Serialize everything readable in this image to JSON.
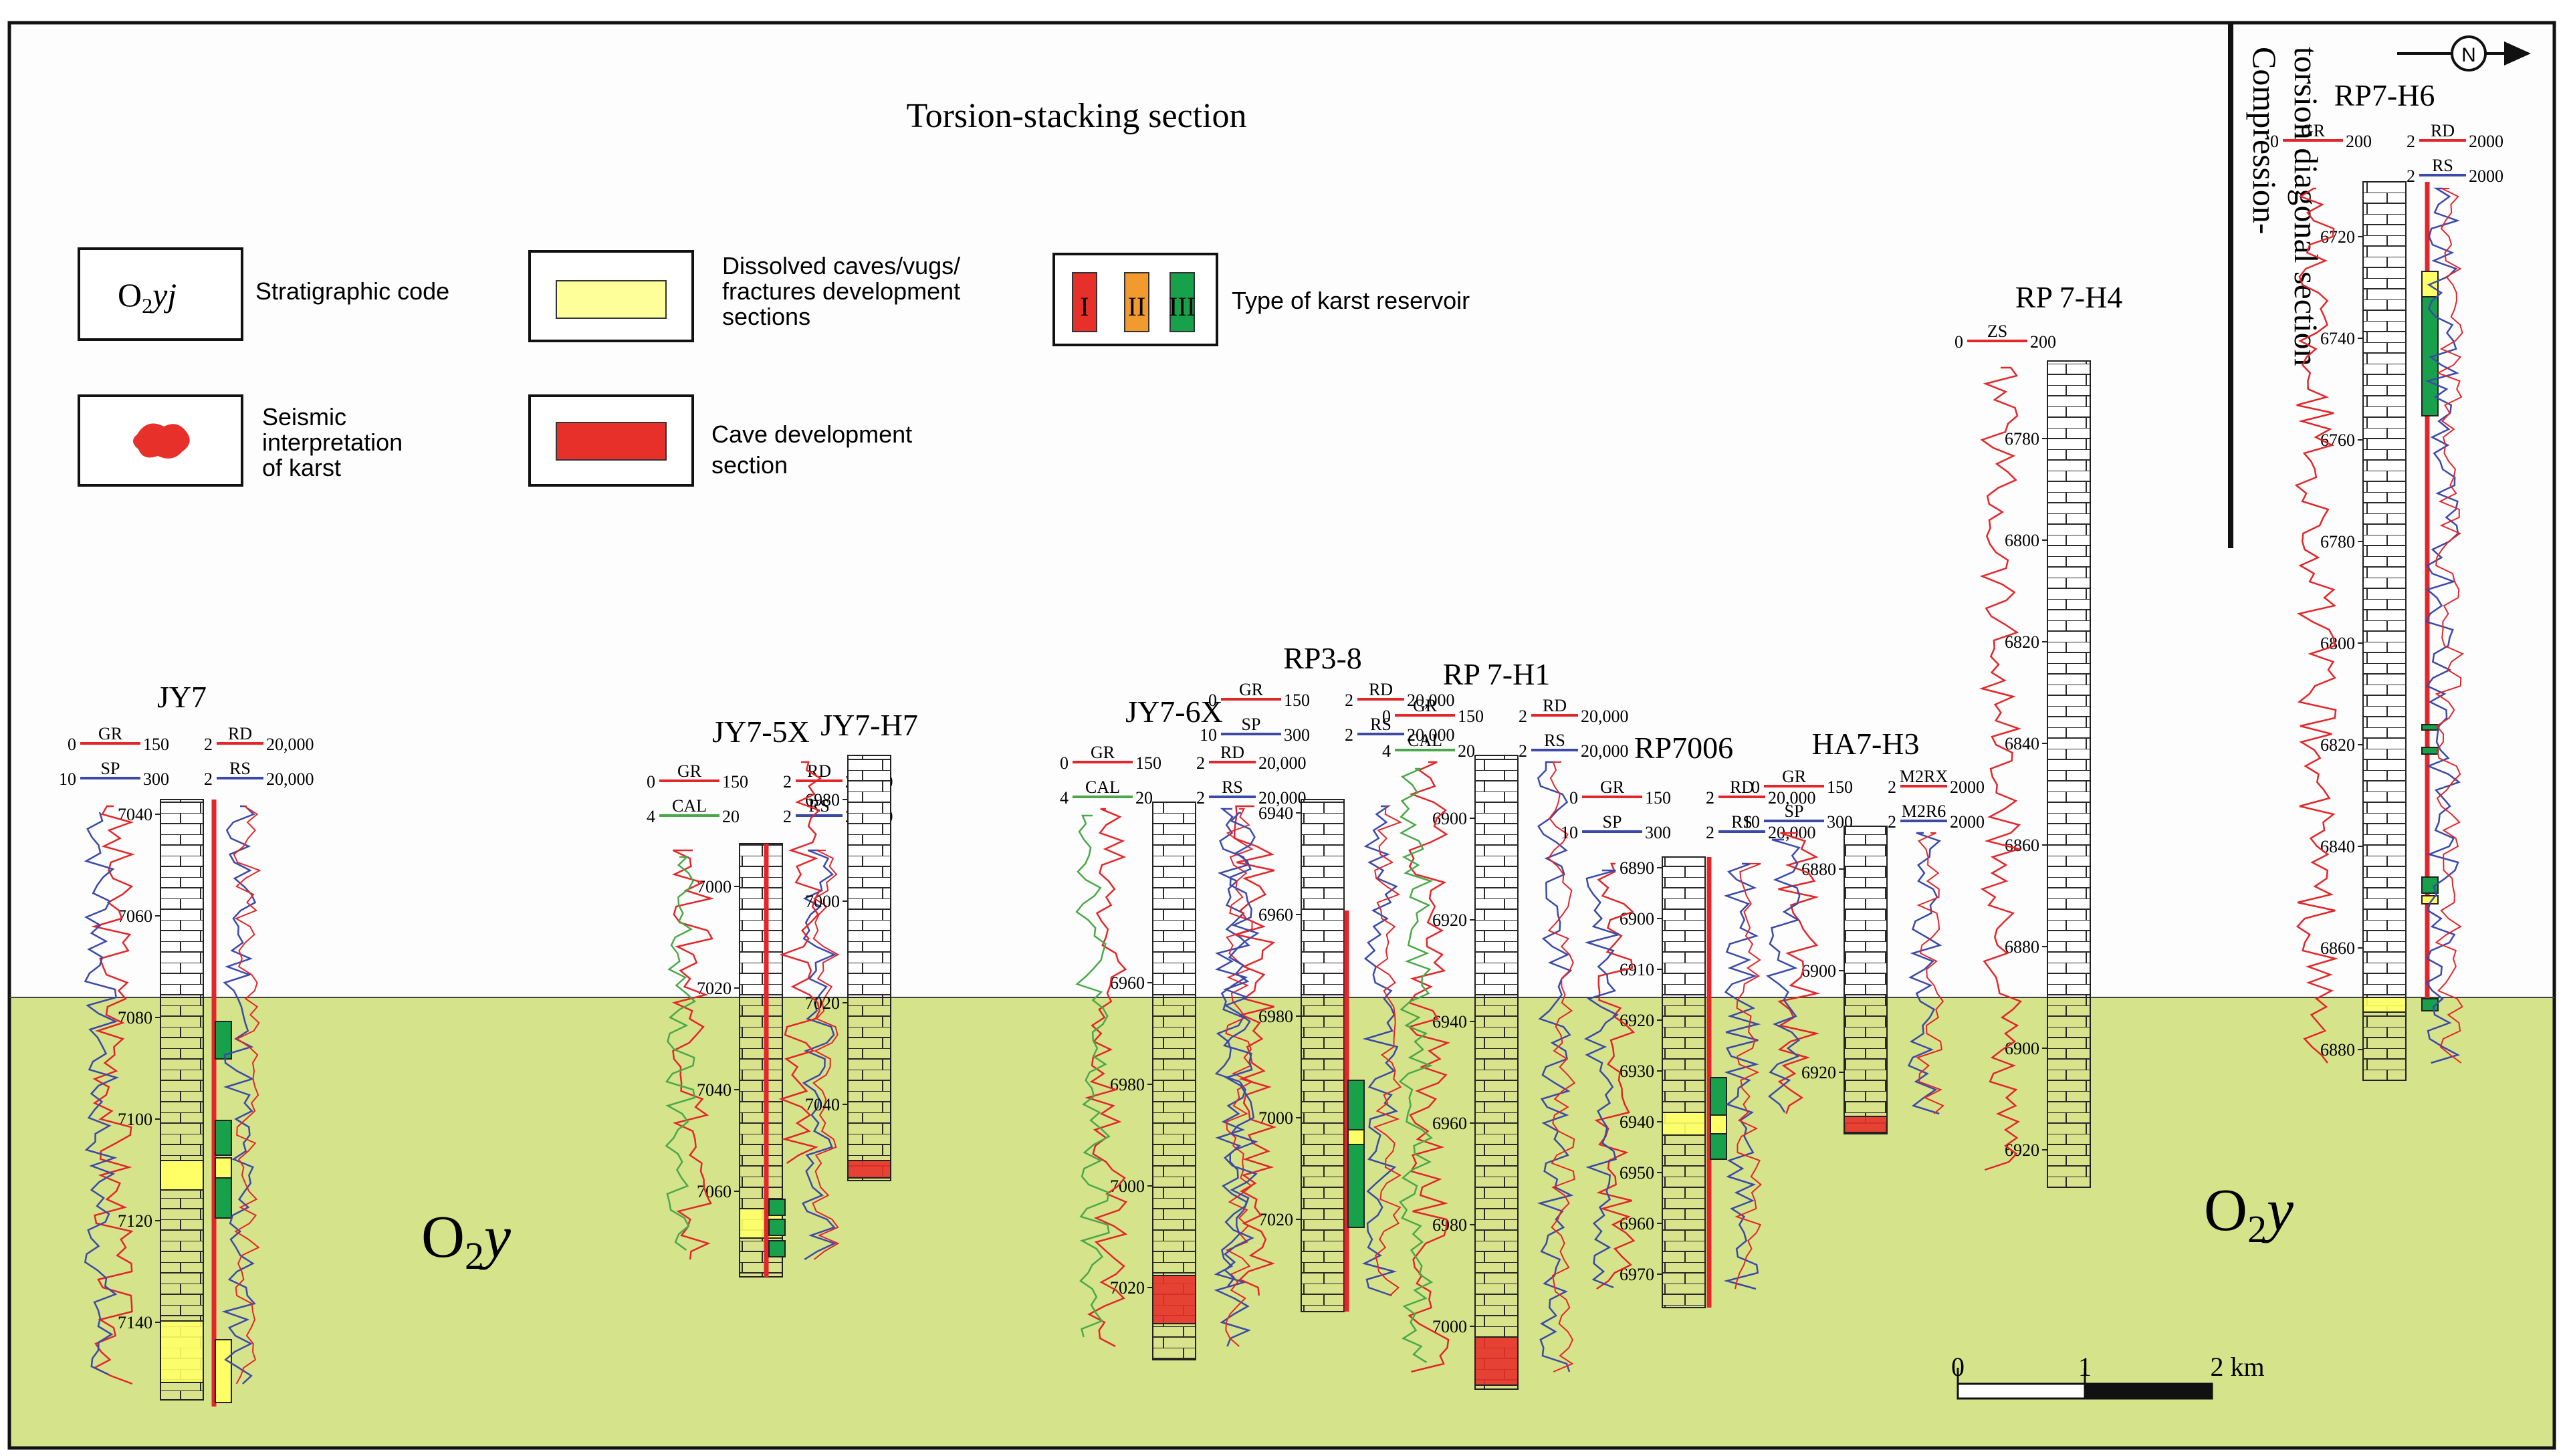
{
  "title": "Torsion-stacking section",
  "side_title_line1": "Compression-",
  "side_title_line2": "torsion diagonal section",
  "north_arrow": "N",
  "formation_labels": [
    "O",
    "2",
    "y"
  ],
  "legend": {
    "stratigraphic_code": {
      "symbol_main": "O",
      "symbol_sub": "2",
      "symbol_tail": "yj",
      "label": "Stratigraphic code"
    },
    "seismic": {
      "line1": "Seismic",
      "line2": "interpretation",
      "line3": "of karst"
    },
    "dissolved": {
      "line1": "Dissolved caves/vugs/",
      "line2": "fractures development",
      "line3": "sections"
    },
    "cave": {
      "line1": "Cave development",
      "line2": "section"
    },
    "karst_type": {
      "roman": [
        "I",
        "II",
        "III"
      ],
      "label": "Type of karst reservoir"
    }
  },
  "scale_bar": {
    "ticks": [
      "0",
      "1",
      "2 km"
    ]
  },
  "colors": {
    "background_upper": "#fdfdfd",
    "background_lower": "#d5e38a",
    "limestone": "#d8e38c",
    "caves": "#ffff66",
    "cave_red": "#e8302a",
    "type_I": "#e8302a",
    "type_II": "#f39a2e",
    "type_III": "#16a14a",
    "log_red": "#e3262a",
    "log_blue": "#3b4aa8",
    "log_green": "#4aa84a"
  },
  "wells": [
    {
      "name": "JY7",
      "depths": [
        "7040",
        "7060",
        "7080",
        "7100",
        "7120",
        "7140"
      ],
      "curves_left": [
        {
          "min": "0",
          "label": "GR",
          "max": "150"
        },
        {
          "min": "10",
          "label": "SP",
          "max": "300"
        }
      ],
      "curves_right": [
        {
          "min": "2",
          "label": "RD",
          "max": "20,000"
        },
        {
          "min": "2",
          "label": "RS",
          "max": "20,000"
        }
      ]
    },
    {
      "name": "JY7-5X",
      "depths": [
        "7000",
        "7020",
        "7040",
        "7060"
      ],
      "curves_left": [
        {
          "min": "0",
          "label": "GR",
          "max": "150"
        },
        {
          "min": "4",
          "label": "CAL",
          "max": "20"
        }
      ],
      "curves_right": [
        {
          "min": "2",
          "label": "RD",
          "max": "20,000"
        },
        {
          "min": "2",
          "label": "RS",
          "max": "20,000"
        }
      ]
    },
    {
      "name": "JY7-H7",
      "depths": [
        "6980",
        "7000",
        "7020",
        "7040"
      ],
      "curves_left": [],
      "curves_right": []
    },
    {
      "name": "JY7-6X",
      "depths": [
        "6960",
        "6980",
        "7000",
        "7020"
      ],
      "curves_left": [
        {
          "min": "0",
          "label": "GR",
          "max": "150"
        },
        {
          "min": "4",
          "label": "CAL",
          "max": "20"
        }
      ],
      "curves_right": [
        {
          "min": "2",
          "label": "RD",
          "max": "20,000"
        },
        {
          "min": "2",
          "label": "RS",
          "max": "20,000"
        }
      ]
    },
    {
      "name": "RP3-8",
      "depths": [
        "6940",
        "6960",
        "6980",
        "7000",
        "7020"
      ],
      "curves_left": [
        {
          "min": "0",
          "label": "GR",
          "max": "150"
        },
        {
          "min": "10",
          "label": "SP",
          "max": "300"
        }
      ],
      "curves_right": [
        {
          "min": "2",
          "label": "RD",
          "max": "20,000"
        },
        {
          "min": "2",
          "label": "RS",
          "max": "20,000"
        }
      ]
    },
    {
      "name": "RP 7-H1",
      "depths": [
        "6900",
        "6920",
        "6940",
        "6960",
        "6980",
        "7000"
      ],
      "curves_left": [
        {
          "min": "0",
          "label": "GR",
          "max": "150"
        },
        {
          "min": "4",
          "label": "CAL",
          "max": "20"
        }
      ],
      "curves_right": [
        {
          "min": "2",
          "label": "RD",
          "max": "20,000"
        },
        {
          "min": "2",
          "label": "RS",
          "max": "20,000"
        }
      ]
    },
    {
      "name": "RP7006",
      "depths": [
        "6890",
        "6900",
        "6910",
        "6920",
        "6930",
        "6940",
        "6950",
        "6960",
        "6970"
      ],
      "curves_left": [
        {
          "min": "0",
          "label": "GR",
          "max": "150"
        },
        {
          "min": "10",
          "label": "SP",
          "max": "300"
        }
      ],
      "curves_right": [
        {
          "min": "2",
          "label": "RD",
          "max": "20,000"
        },
        {
          "min": "2",
          "label": "RS",
          "max": "20,000"
        }
      ]
    },
    {
      "name": "HA7-H3",
      "depths": [
        "6880",
        "6900",
        "6920"
      ],
      "curves_left": [
        {
          "min": "0",
          "label": "GR",
          "max": "150"
        },
        {
          "min": "10",
          "label": "SP",
          "max": "300"
        }
      ],
      "curves_right": [
        {
          "min": "2",
          "label": "M2RX",
          "max": "2000"
        },
        {
          "min": "2",
          "label": "M2R6",
          "max": "2000"
        }
      ]
    },
    {
      "name": "RP 7-H4",
      "depths": [
        "6780",
        "6800",
        "6820",
        "6840",
        "6860",
        "6880",
        "6900",
        "6920"
      ],
      "curves_left": [
        {
          "min": "0",
          "label": "ZS",
          "max": "200"
        }
      ],
      "curves_right": []
    },
    {
      "name": "RP7-H6",
      "depths": [
        "6720",
        "6740",
        "6760",
        "6780",
        "6800",
        "6820",
        "6840",
        "6860",
        "6880"
      ],
      "curves_left": [
        {
          "min": "0",
          "label": "GR",
          "max": "200"
        }
      ],
      "curves_right": [
        {
          "min": "2",
          "label": "RD",
          "max": "2000"
        },
        {
          "min": "2",
          "label": "RS",
          "max": "2000"
        }
      ]
    }
  ]
}
